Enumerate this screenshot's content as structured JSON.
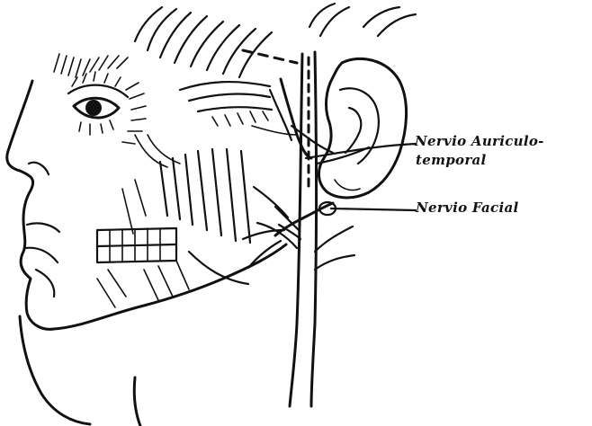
{
  "labels": {
    "auriculotemporal_line1": "Nervio Auriculo-",
    "auriculotemporal_line2": "temporal",
    "facial": "Nervio Facial"
  },
  "colors": {
    "ink": "#111111",
    "paper": "#ffffff"
  }
}
